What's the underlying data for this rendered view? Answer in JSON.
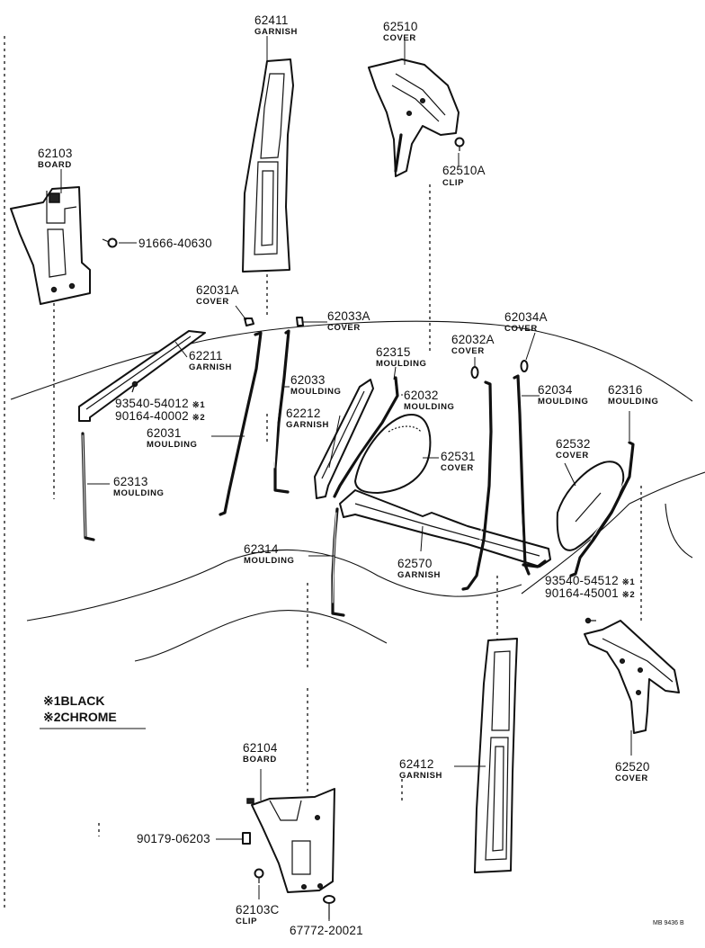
{
  "callouts": [
    {
      "key": "p62411",
      "number": "62411",
      "name": "GARNISH"
    },
    {
      "key": "p62510",
      "number": "62510",
      "name": "COVER"
    },
    {
      "key": "p62510A",
      "number": "62510A",
      "name": "CLIP"
    },
    {
      "key": "p62103",
      "number": "62103",
      "name": "BOARD"
    },
    {
      "key": "p91666",
      "number": "91666-40630",
      "name": ""
    },
    {
      "key": "p62031A",
      "number": "62031A",
      "name": "COVER"
    },
    {
      "key": "p62033A",
      "number": "62033A",
      "name": "COVER"
    },
    {
      "key": "p62034A",
      "number": "62034A",
      "name": "COVER"
    },
    {
      "key": "p62211",
      "number": "62211",
      "name": "GARNISH"
    },
    {
      "key": "p62315",
      "number": "62315",
      "name": "MOULDING"
    },
    {
      "key": "p62032A",
      "number": "62032A",
      "name": "COVER"
    },
    {
      "key": "p62033",
      "number": "62033",
      "name": "MOULDING"
    },
    {
      "key": "p62032",
      "number": "62032",
      "name": "MOULDING"
    },
    {
      "key": "p62034",
      "number": "62034",
      "name": "MOULDING"
    },
    {
      "key": "p62316",
      "number": "62316",
      "name": "MOULDING"
    },
    {
      "key": "p62212",
      "number": "62212",
      "name": "GARNISH"
    },
    {
      "key": "p62031",
      "number": "62031",
      "name": "MOULDING"
    },
    {
      "key": "p62532",
      "number": "62532",
      "name": "COVER"
    },
    {
      "key": "p62531",
      "number": "62531",
      "name": "COVER"
    },
    {
      "key": "p62313",
      "number": "62313",
      "name": "MOULDING"
    },
    {
      "key": "p62314",
      "number": "62314",
      "name": "MOULDING"
    },
    {
      "key": "p62570",
      "number": "62570",
      "name": "GARNISH"
    },
    {
      "key": "p62412",
      "number": "62412",
      "name": "GARNISH"
    },
    {
      "key": "p62520",
      "number": "62520",
      "name": "COVER"
    },
    {
      "key": "p62104",
      "number": "62104",
      "name": "BOARD"
    },
    {
      "key": "p90179",
      "number": "90179-06203",
      "name": ""
    },
    {
      "key": "p62103C",
      "number": "62103C",
      "name": "CLIP"
    },
    {
      "key": "p67772",
      "number": "67772-20021",
      "name": ""
    }
  ],
  "screws": {
    "left": {
      "line1": "93540-54012",
      "mark1": "※1",
      "line2": "90164-40002",
      "mark2": "※2"
    },
    "right": {
      "line1": "93540-54512",
      "mark1": "※1",
      "line2": "90164-45001",
      "mark2": "※2"
    }
  },
  "legend": [
    {
      "mark": "※1",
      "text": "BLACK"
    },
    {
      "mark": "※2",
      "text": "CHROME"
    }
  ],
  "footer_code": "MB 9436 B"
}
